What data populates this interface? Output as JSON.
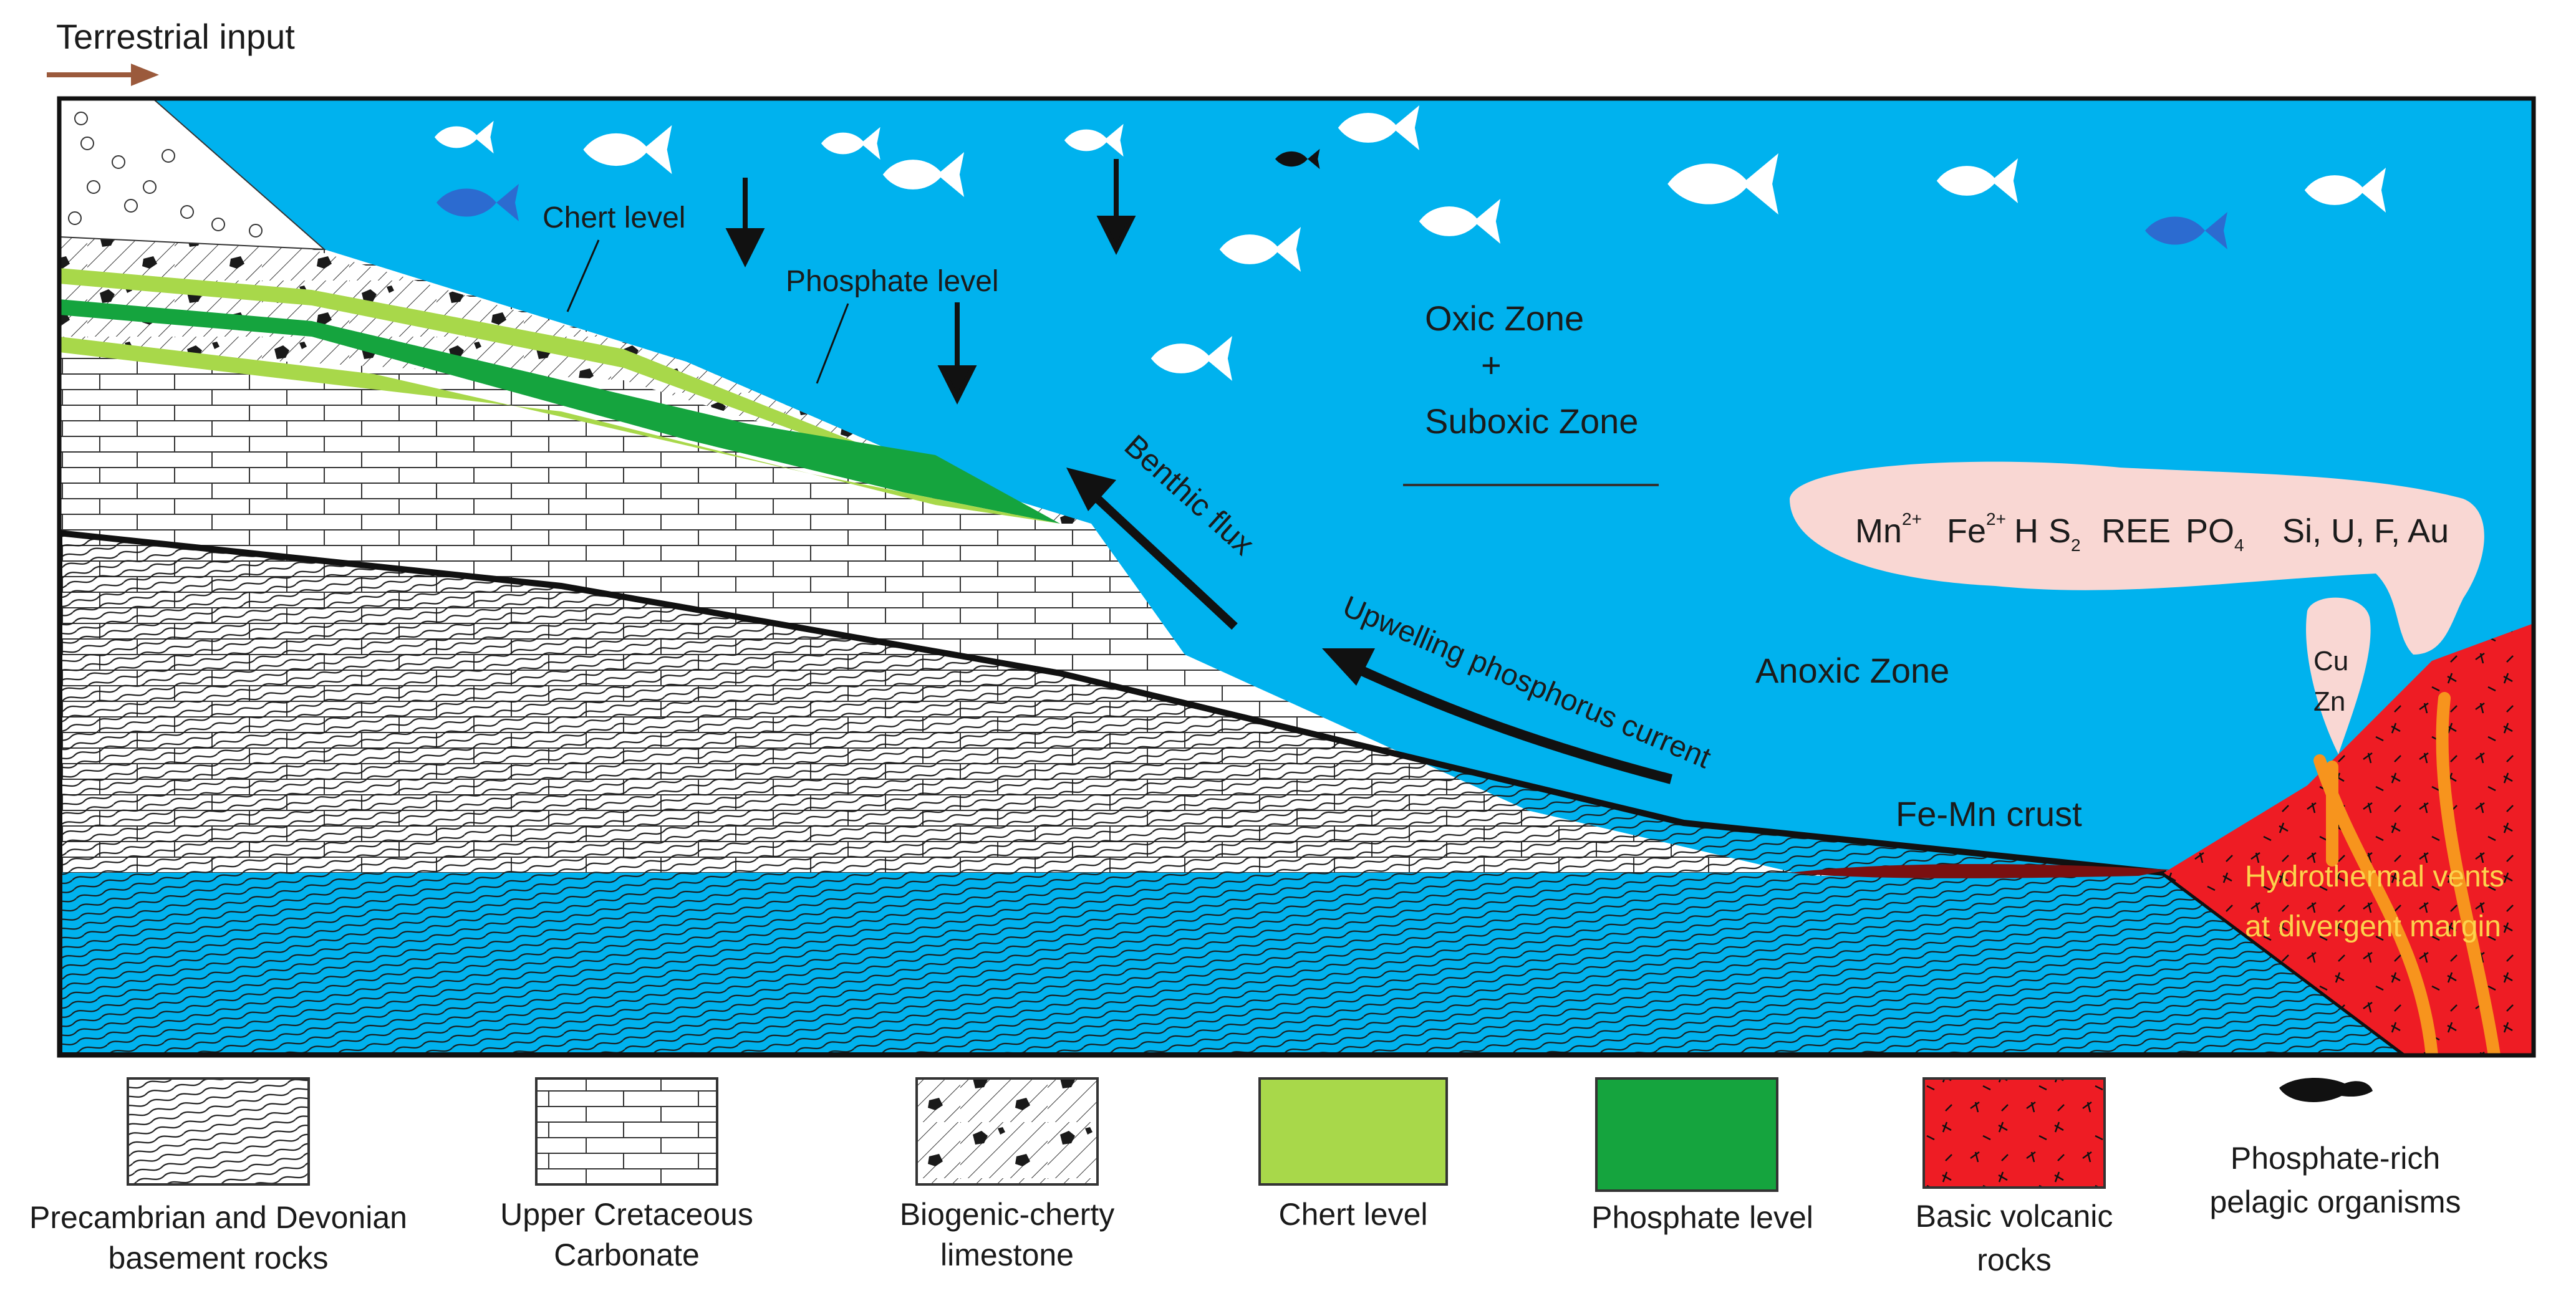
{
  "terrestrial_input": "Terrestrial input",
  "zones": {
    "oxic": "Oxic Zone",
    "plus": "+",
    "suboxic": "Suboxic Zone",
    "anoxic": "Anoxic Zone"
  },
  "levels": {
    "chert": "Chert level",
    "phosphate": "Phosphate level"
  },
  "currents": {
    "benthic": "Benthic flux",
    "upwelling": "Upwelling phosphorus current"
  },
  "crust": "Fe-Mn crust",
  "vent_plume": {
    "mn": "Mn",
    "mn_sup": "2+",
    "fe": "Fe",
    "fe_sup": "2+",
    "h": "H",
    "s": "S",
    "s_sub": "2",
    "ree": "REE",
    "po": "PO",
    "po_sub": "4",
    "others": "Si, U, F, Au"
  },
  "cu": "Cu",
  "zn": "Zn",
  "vents": {
    "line1": "Hydrothermal vents",
    "line2": "at divergent margin"
  },
  "legend": [
    {
      "line1": "Precambrian and Devonian",
      "line2": "basement rocks",
      "pattern": "wavy"
    },
    {
      "line1": "Upper Cretaceous",
      "line2": "Carbonate",
      "pattern": "bricks"
    },
    {
      "line1": "Biogenic-cherty",
      "line2": "limestone",
      "pattern": "chert"
    },
    {
      "line1": "Chert level",
      "line2": "",
      "pattern": "light-green",
      "color": "#a8d84a"
    },
    {
      "line1": "Phosphate level",
      "line2": "",
      "pattern": "green",
      "color": "#15a43e"
    },
    {
      "line1": "Basic volcanic",
      "line2": "rocks",
      "pattern": "volcanic",
      "color": "#ee1c24"
    },
    {
      "line1": "Phosphate-rich",
      "line2": "pelagic organisms",
      "pattern": "organism"
    }
  ],
  "colors": {
    "sea": "#00b2ee",
    "plume": "#f9d7d3",
    "volcanic": "#ee1c24",
    "magma": "#f7941d",
    "crust": "#7a1010",
    "chert": "#a8d84a",
    "phosphate": "#15a43e",
    "arrow_brown": "#9b5a3c"
  }
}
